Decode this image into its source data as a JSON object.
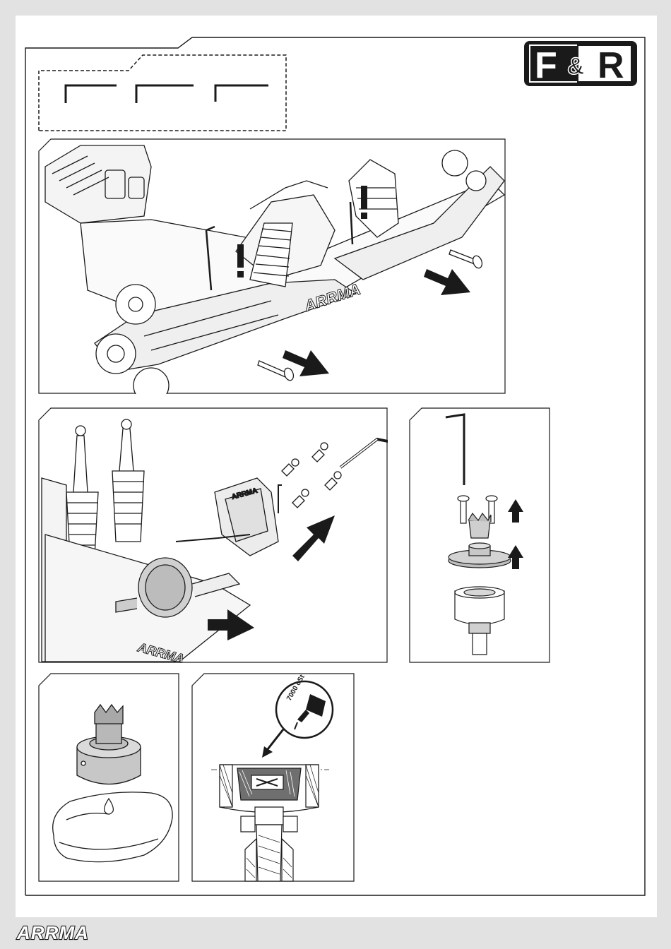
{
  "header": {
    "logo_left": "F",
    "logo_amp": "&",
    "logo_right": "R",
    "logo_label": "F&R"
  },
  "oil_bottle_label": "7000 cSt",
  "footer": {
    "brand": "ARRMA"
  },
  "chassis_brand": "ARRMA",
  "colors": {
    "ink": "#1a1a1a",
    "page": "#ffffff",
    "background": "#e2e2e2"
  },
  "icons": [
    "hex-wrench-icon",
    "warning-exclamation-icon",
    "direction-arrow-icon",
    "oil-bottle-icon",
    "drop-icon"
  ]
}
